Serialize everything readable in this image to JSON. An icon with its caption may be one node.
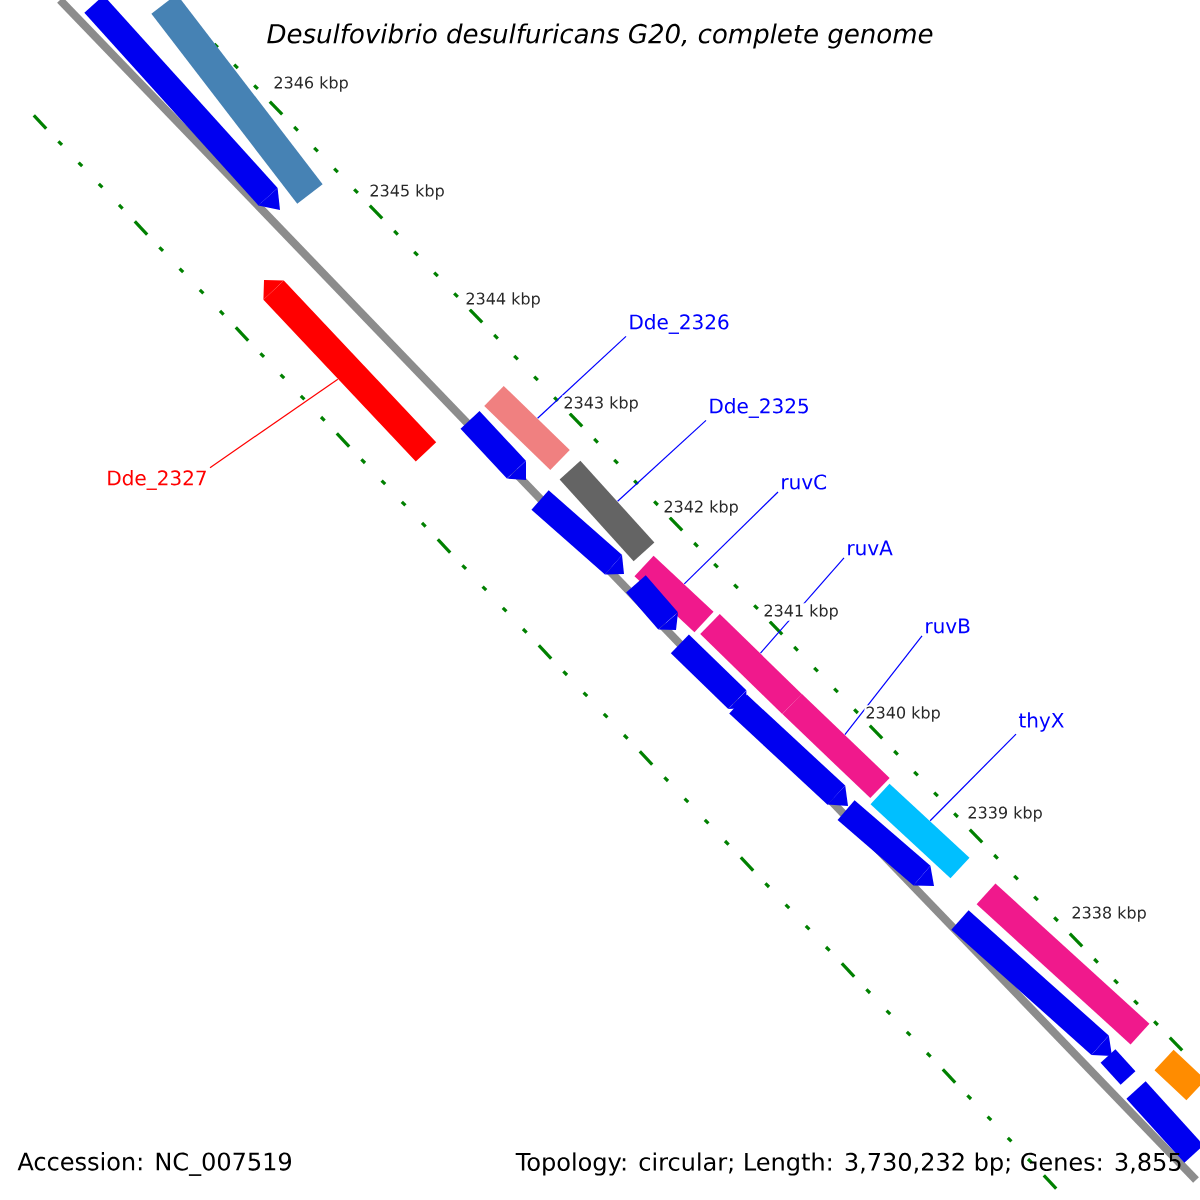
{
  "diagram": {
    "title": "Desulfovibrio desulfuricans G20, complete genome",
    "nodes": [
      {
        "text": [
          "Dde_2327"
        ]
      },
      {
        "text": [
          "Dde_2326"
        ]
      },
      {
        "text": [
          "Dde_2325"
        ]
      },
      {
        "text": [
          "ruvC"
        ]
      },
      {
        "text": [
          "ruvA"
        ]
      },
      {
        "text": [
          "ruvB"
        ]
      },
      {
        "text": [
          "thyX"
        ]
      },
      {
        "text": [],
        "shape": "bar"
      },
      {
        "text": [],
        "shape": "bar"
      },
      {
        "text": [],
        "shape": "bar"
      },
      {
        "text": [],
        "shape": "bar"
      },
      {
        "text": [],
        "shape": "bar"
      },
      {
        "text": [],
        "shape": "bar"
      },
      {
        "text": [],
        "shape": "bar"
      },
      {
        "text": [],
        "shape": "bar"
      },
      {
        "text": [],
        "shape": "bar"
      },
      {
        "text": [],
        "shape": "bar"
      },
      {
        "text": [],
        "shape": "bar"
      },
      {
        "text": [],
        "shape": "bar"
      },
      {
        "text": [],
        "shape": "bar"
      },
      {
        "text": [],
        "shape": "bar"
      },
      {
        "text": [],
        "shape": "bar"
      },
      {
        "text": [],
        "shape": "bar"
      },
      {
        "text": [],
        "shape": "bar"
      },
      {
        "text": [],
        "shape": "bar"
      },
      {
        "text": [],
        "shape": "bar"
      },
      {
        "text": [],
        "shape": "bar"
      }
    ],
    "edges": [
      {
        "from": 0,
        "to": 9,
        "arrow": "none",
        "color": "#ff0000"
      },
      {
        "from": 1,
        "to": 10,
        "arrow": "none"
      },
      {
        "from": 2,
        "to": 12,
        "arrow": "none"
      },
      {
        "from": 3,
        "to": 14,
        "arrow": "none"
      },
      {
        "from": 4,
        "to": 16,
        "arrow": "none"
      },
      {
        "from": 5,
        "to": 18,
        "arrow": "none"
      },
      {
        "from": 6,
        "to": 20,
        "arrow": "none"
      }
    ],
    "labels": [
      "2346 kbp",
      "2345 kbp",
      "2344 kbp",
      "2343 kbp",
      "2342 kbp",
      "2341 kbp",
      "2340 kbp",
      "2339 kbp",
      "2338 kbp",
      "Accession: NC_007519",
      "Topology: circular; Length: 3,730,232 bp; Genes: 3,855"
    ]
  }
}
